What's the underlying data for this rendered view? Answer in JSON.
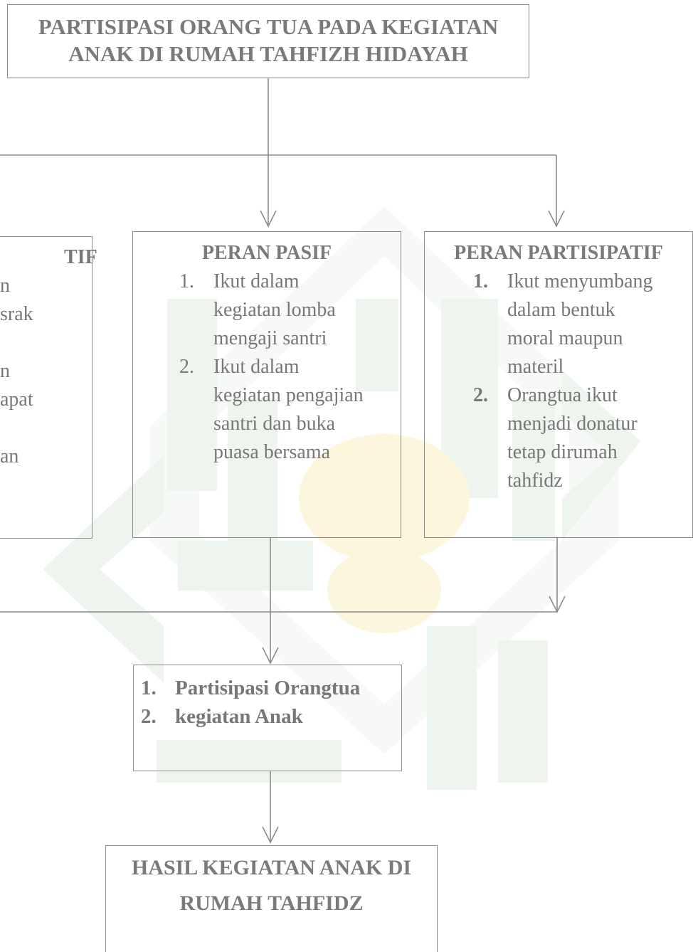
{
  "title": {
    "line1": "PARTISIPASI ORANG TUA  PADA KEGIATAN",
    "line2": "ANAK DI RUMAH TAHFIZH HIDAYAH"
  },
  "left_box": {
    "fragments": [
      "TIF",
      "n",
      "srak",
      "n",
      "apat",
      "an"
    ]
  },
  "peran_pasif": {
    "heading": "PERAN PASIF",
    "items": [
      {
        "num": "1.",
        "lines": [
          "Ikut dalam",
          "kegiatan lomba",
          "mengaji santri"
        ]
      },
      {
        "num": "2.",
        "lines": [
          "Ikut dalam",
          "kegiatan pengajian",
          "santri dan buka",
          "puasa bersama"
        ]
      }
    ]
  },
  "peran_partisipatif": {
    "heading": "PERAN PARTISIPATIF",
    "items": [
      {
        "num": "1.",
        "lines": [
          "Ikut menyumbang",
          "dalam bentuk",
          "moral maupun",
          "materil"
        ]
      },
      {
        "num": "2.",
        "lines": [
          "Orangtua ikut",
          "menjadi donatur",
          "tetap dirumah",
          "tahfidz"
        ]
      }
    ]
  },
  "middle_box": {
    "items": [
      {
        "num": "1.",
        "text": "Partisipasi Orangtua"
      },
      {
        "num": "2.",
        "text": "kegiatan Anak"
      }
    ]
  },
  "result": {
    "line1": "HASIL KEGIATAN ANAK DI",
    "line2": "RUMAH TAHFIDZ"
  },
  "colors": {
    "line": "#8a8a8a",
    "text": "#777777",
    "watermark_green": "#eef4ee",
    "watermark_gold": "#fbf6dc"
  }
}
